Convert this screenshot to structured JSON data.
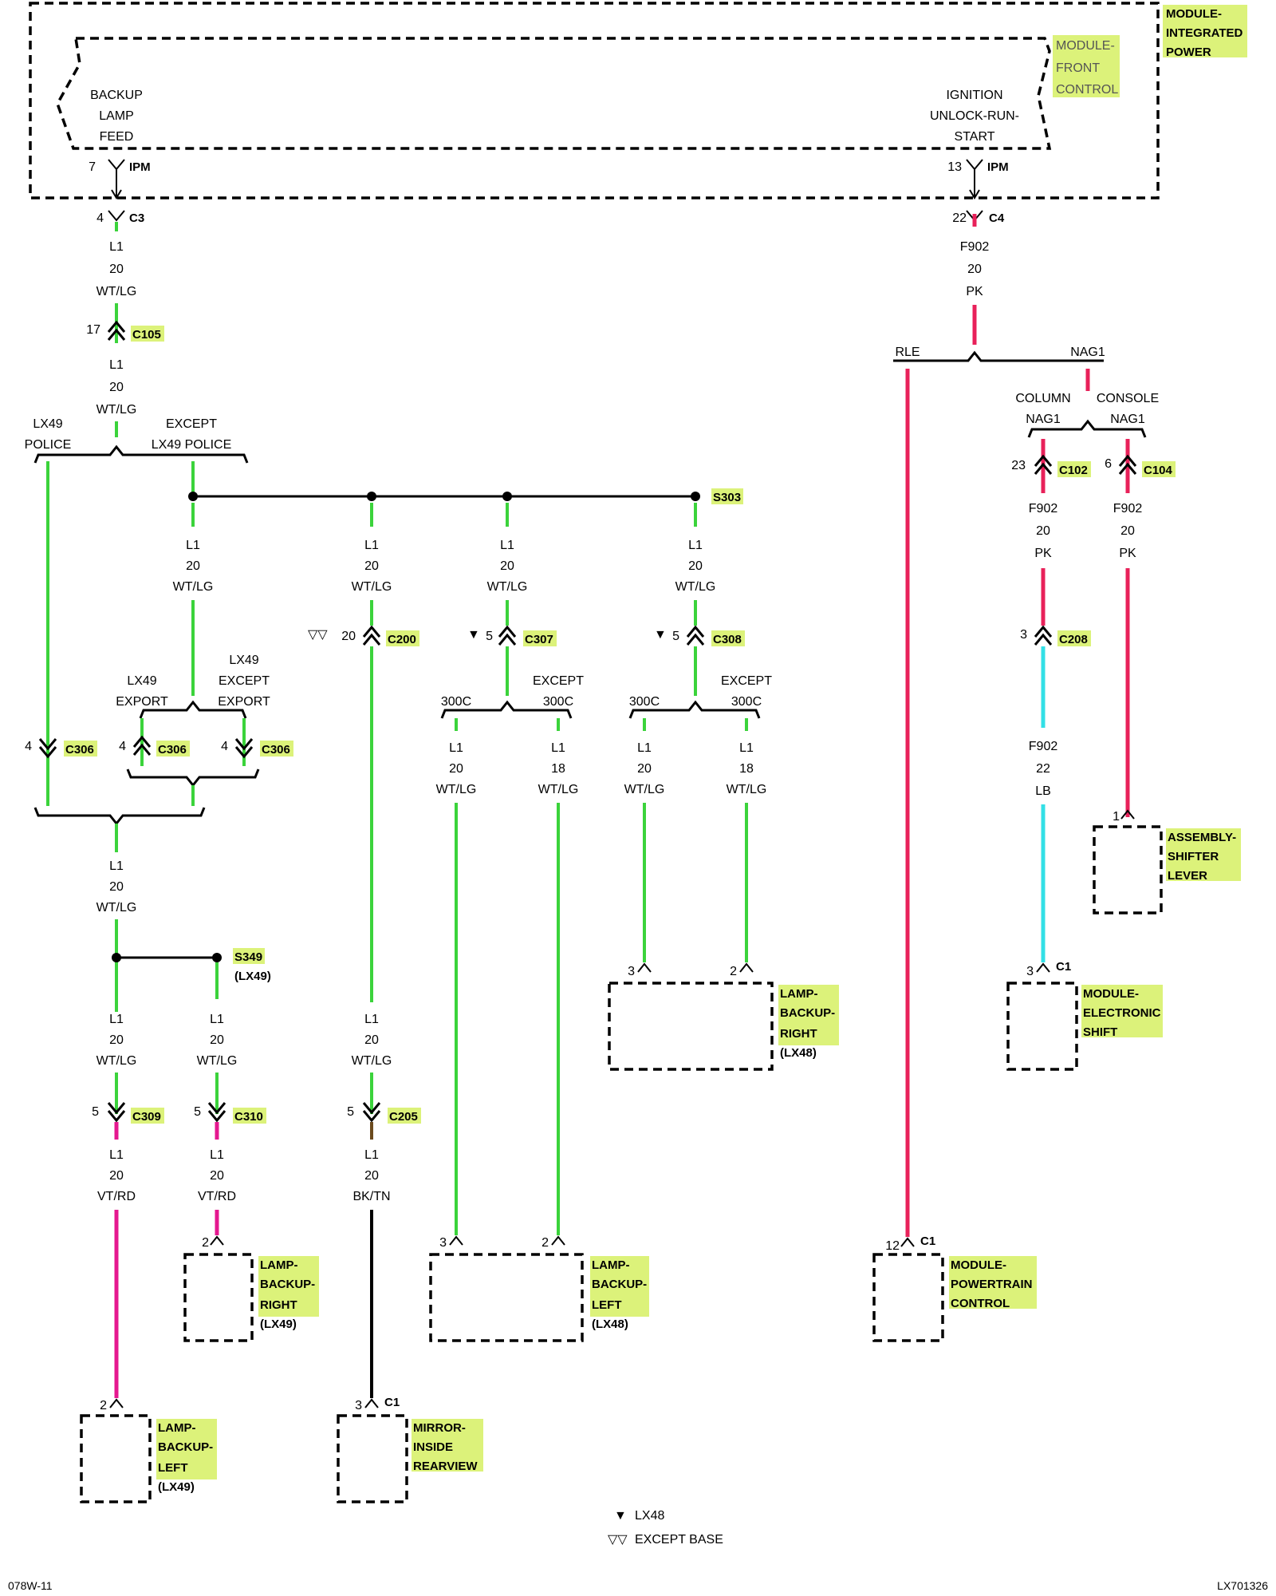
{
  "diagram": {
    "modules": {
      "integrated_power": [
        "MODULE-",
        "INTEGRATED",
        "POWER"
      ],
      "front_control": [
        "MODULE-",
        "FRONT",
        "CONTROL"
      ],
      "ipm_left_label": [
        "BACKUP",
        "LAMP",
        "FEED"
      ],
      "ipm_right_label": [
        "IGNITION",
        "UNLOCK-RUN-",
        "START"
      ],
      "lamp_backup_right_lx48": [
        "LAMP-",
        "BACKUP-",
        "RIGHT",
        "(LX48)"
      ],
      "module_electronic_shift": [
        "MODULE-",
        "ELECTRONIC",
        "SHIFT"
      ],
      "assembly_shifter_lever": [
        "ASSEMBLY-",
        "SHIFTER",
        "LEVER"
      ],
      "lamp_backup_right_lx49": [
        "LAMP-",
        "BACKUP-",
        "RIGHT",
        "(LX49)"
      ],
      "lamp_backup_left_lx48": [
        "LAMP-",
        "BACKUP-",
        "LEFT",
        "(LX48)"
      ],
      "module_powertrain_control": [
        "MODULE-",
        "POWERTRAIN",
        "CONTROL"
      ],
      "lamp_backup_left_lx49": [
        "LAMP-",
        "BACKUP-",
        "LEFT",
        "(LX49)"
      ],
      "mirror_inside_rearview": [
        "MIRROR-",
        "INSIDE",
        "REARVIEW"
      ]
    },
    "connectors": {
      "ipm": "IPM",
      "c3": "C3",
      "c4": "C4",
      "c105": "C105",
      "c306": "C306",
      "c200": "C200",
      "c307": "C307",
      "c308": "C308",
      "c102": "C102",
      "c104": "C104",
      "c208": "C208",
      "c309": "C309",
      "c310": "C310",
      "c205": "C205",
      "c1": "C1",
      "s303": "S303",
      "s349": "S349",
      "s349_note": "(LX49)"
    },
    "pins": {
      "p7": "7",
      "p13": "13",
      "p4": "4",
      "p22": "22",
      "p17": "17",
      "p20": "20",
      "p5": "5",
      "p23": "23",
      "p6": "6",
      "p3": "3",
      "p2": "2",
      "p1": "1",
      "p12": "12"
    },
    "wires": {
      "l1": "L1",
      "f902": "F902",
      "g20": "20",
      "g18": "18",
      "g22": "22",
      "wtlg": "WT/LG",
      "pk": "PK",
      "lb": "LB",
      "vtrd": "VT/RD",
      "bktn": "BK/TN"
    },
    "options": {
      "lx49": "LX49",
      "police": "POLICE",
      "except": "EXCEPT",
      "except_lx49_police": "LX49 POLICE",
      "export": "EXPORT",
      "v300c": "300C",
      "rle": "RLE",
      "nag1": "NAG1",
      "column": "COLUMN",
      "console": "CONSOLE"
    },
    "legend": {
      "single": "LX48",
      "double": "EXCEPT BASE"
    },
    "footer": {
      "left": "078W-11",
      "right": "LX701326"
    },
    "colors": {
      "wt_lg": "#3bd33b",
      "pk": "#e8215a",
      "vt_rd": "#e5188f",
      "lb": "#33e0e6",
      "bk_tn": "#000000",
      "highlight": "#dcf27a"
    }
  }
}
